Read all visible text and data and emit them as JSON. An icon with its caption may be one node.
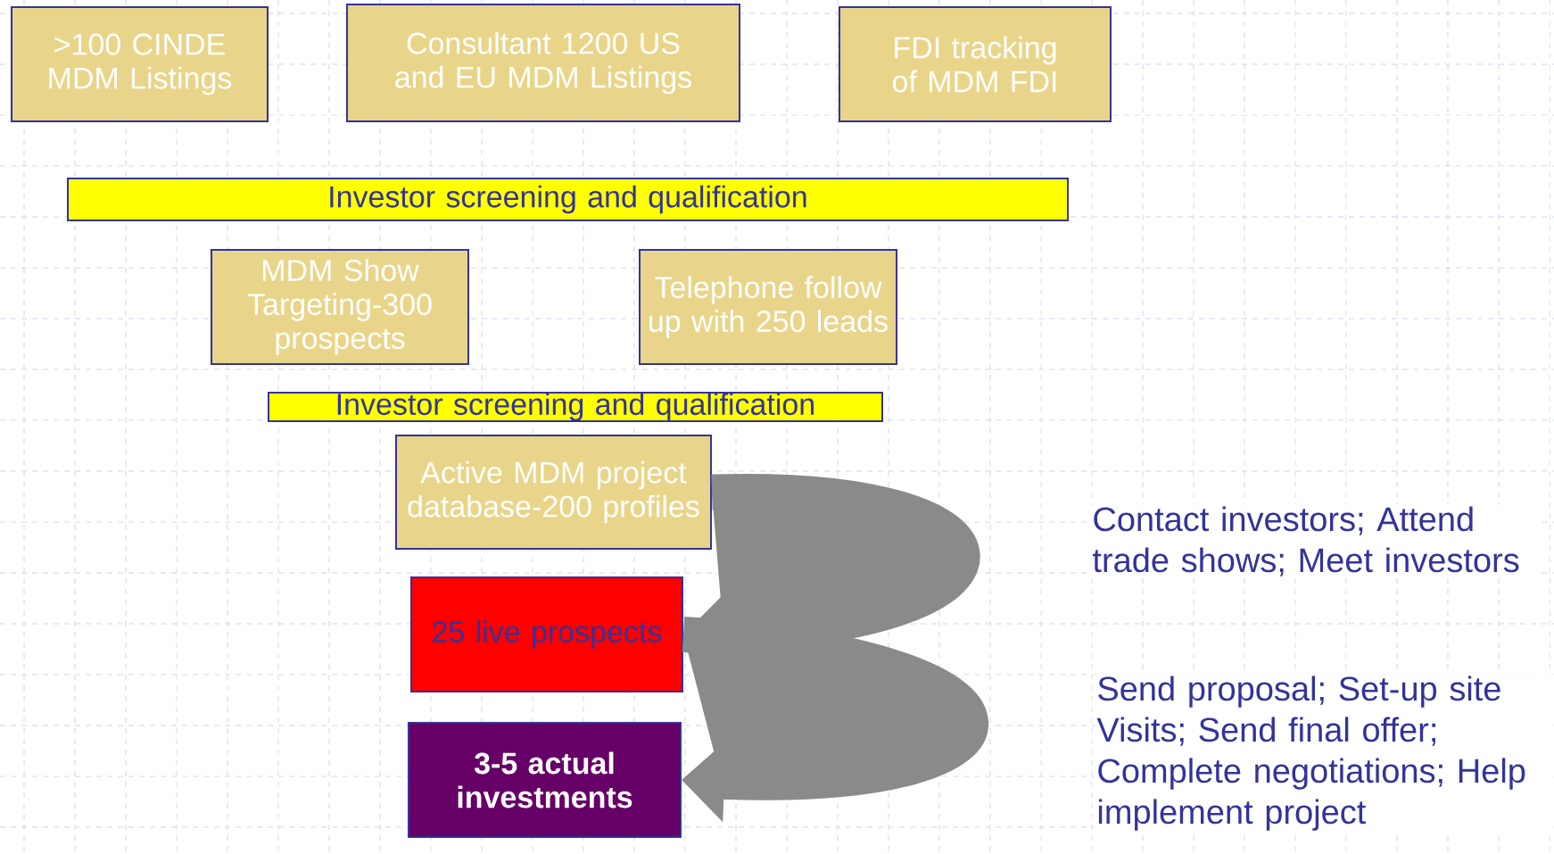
{
  "diagram": {
    "nodes": [
      {
        "text": [
          ">100 CINDE MDM Listings"
        ]
      },
      {
        "text": [
          "Consultant 1200 US and EU MDM Listings"
        ]
      },
      {
        "text": [
          "FDI tracking of MDM FDI"
        ]
      },
      {
        "text": [
          "Investor screening and qualification"
        ]
      },
      {
        "text": [
          "MDM Show Targeting-300 prospects"
        ]
      },
      {
        "text": [
          "Telephone follow up with 250 leads"
        ]
      },
      {
        "text": [
          "Investor screening and qualification"
        ]
      },
      {
        "text": [
          "Active MDM project database-200 profiles"
        ]
      },
      {
        "text": [
          "25 live prospects"
        ]
      },
      {
        "text": [
          "3-5 actual investments"
        ]
      }
    ],
    "edges": [
      {
        "from": 7,
        "to": 8,
        "arrow": "to",
        "label": "Contact investors; Attend trade shows; Meet investors"
      },
      {
        "from": 8,
        "to": 9,
        "arrow": "to",
        "label": "Send proposal; Set-up site Visits; Send final offer; Complete negotiations; Help implement project"
      }
    ]
  }
}
